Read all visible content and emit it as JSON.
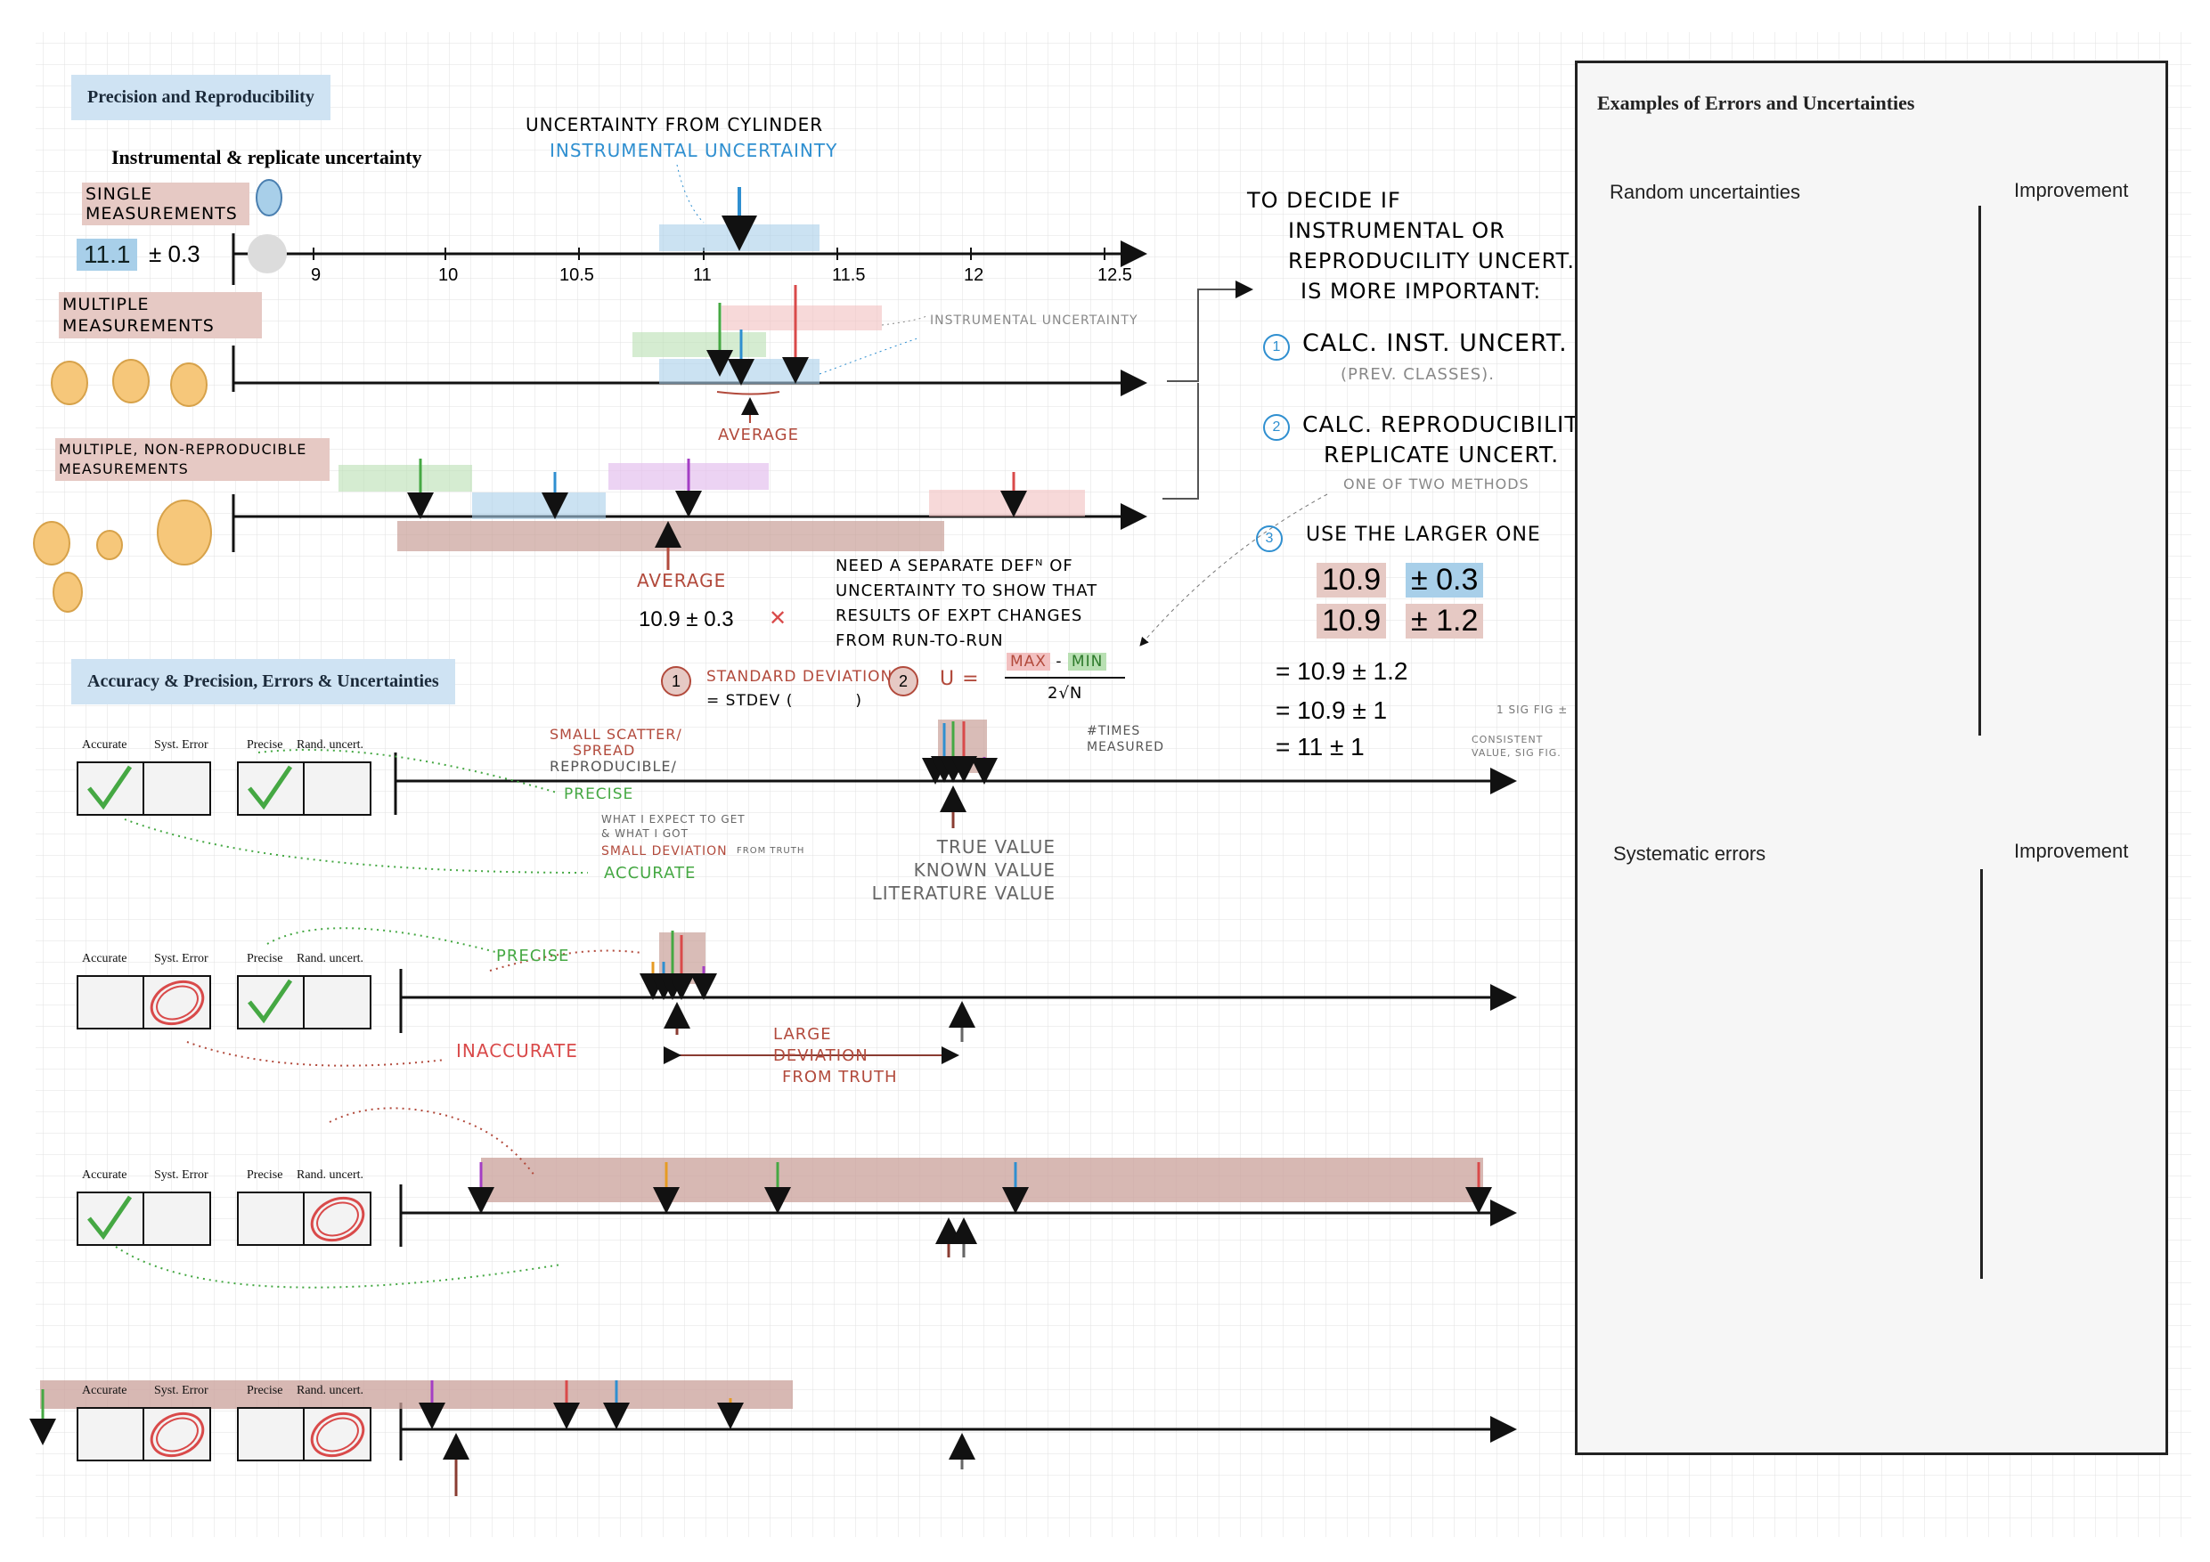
{
  "colors": {
    "blue_hi": "#a8cfe9",
    "green_hi": "#b9e0b3",
    "red_hi": "#f2c0c0",
    "purple_hi": "#e4c1ee",
    "brown_hi": "#c9a099",
    "accent_red": "#b24a3c",
    "accent_blue": "#2f8fd0",
    "accent_green": "#45a843",
    "grey_text": "#888888"
  },
  "section1": {
    "title": "Precision and Reproducibility",
    "subtitle": "Instrumental & replicate uncertainty",
    "single": "SINGLE MEASUREMENTS",
    "value_main": "11.1",
    "value_unc": "± 0.3",
    "cyl_label": "UNCERTAINTY FROM CYLINDER",
    "inst_label": "INSTRUMENTAL UNCERTAINTY",
    "ticks": [
      "9",
      "10",
      "10.5",
      "11",
      "11.5",
      "12",
      "12.5"
    ],
    "multiple": "MULTIPLE MEASUREMENTS",
    "inst_small": "INSTRUMENTAL UNCERTAINTY",
    "average1": "AVERAGE",
    "nonrep": "MULTIPLE, NON-REPRODUCIBLE MEASUREMENTS",
    "average2": "AVERAGE",
    "avg_value": "10.9 ± 0.3",
    "avg_mark": "✕",
    "need1": "NEED A SEPARATE DEFᴺ OF",
    "need2": "UNCERTAINTY TO SHOW THAT",
    "need3": "RESULTS OF EXPT CHANGES",
    "need4": "FROM RUN-TO-RUN",
    "m1_num": "1",
    "m1": "STANDARD DEVIATION",
    "m1b": "= STDEV (",
    "m1b_end": ")",
    "m2_num": "2",
    "u_eq": "U =",
    "max": "MAX",
    "minus": "-",
    "min": "MIN",
    "denom": "2√N",
    "times1": "#TIMES",
    "times2": "MEASURED"
  },
  "decide": {
    "l1": "TO DECIDE IF",
    "l2": "INSTRUMENTAL OR",
    "l3": "REPRODUCILITY UNCERT.",
    "l4": "IS MORE IMPORTANT:",
    "s1_num": "1",
    "s1": "CALC. INST. UNCERT.",
    "s1b": "(PREV. CLASSES).",
    "s2_num": "2",
    "s2": "CALC. REPRODUCIBILITY",
    "s2b": "REPLICATE UNCERT.",
    "s2c": "ONE OF TWO METHODS",
    "s3_num": "3",
    "s3": "USE THE LARGER ONE",
    "r1a": "10.9",
    "r1b": "± 0.3",
    "r2a": "10.9",
    "r2b": "± 1.2",
    "e1": "= 10.9 ± 1.2",
    "e2": "= 10.9 ± 1",
    "e3": "= 11 ± 1",
    "note1": "1 SIG FIG ±",
    "note2a": "CONSISTENT",
    "note2b": "VALUE, SIG FIG."
  },
  "section2": {
    "title": "Accuracy & Precision, Errors & Uncertainties",
    "headers": [
      "Accurate",
      "Syst. Error",
      "Precise",
      "Rand. uncert."
    ],
    "small1": "SMALL SCATTER/",
    "small2": "SPREAD",
    "small3": "REPRODUCIBLE/",
    "precise": "PRECISE",
    "expect1": "WHAT I EXPECT TO GET",
    "expect2": "& WHAT I GOT",
    "smalldev": "SMALL DEVIATION",
    "fromtruth": "FROM TRUTH",
    "accurate": "ACCURATE",
    "true1": "TRUE VALUE",
    "true2": "KNOWN VALUE",
    "true3": "LITERATURE VALUE",
    "precise2": "PRECISE",
    "inaccurate": "INACCURATE",
    "large1": "LARGE",
    "large2": "DEVIATION",
    "large3": "FROM TRUTH"
  },
  "panel": {
    "title": "Examples of Errors and Uncertainties",
    "random": "Random uncertainties",
    "improvement1": "Improvement",
    "systematic": "Systematic errors",
    "improvement2": "Improvement"
  }
}
